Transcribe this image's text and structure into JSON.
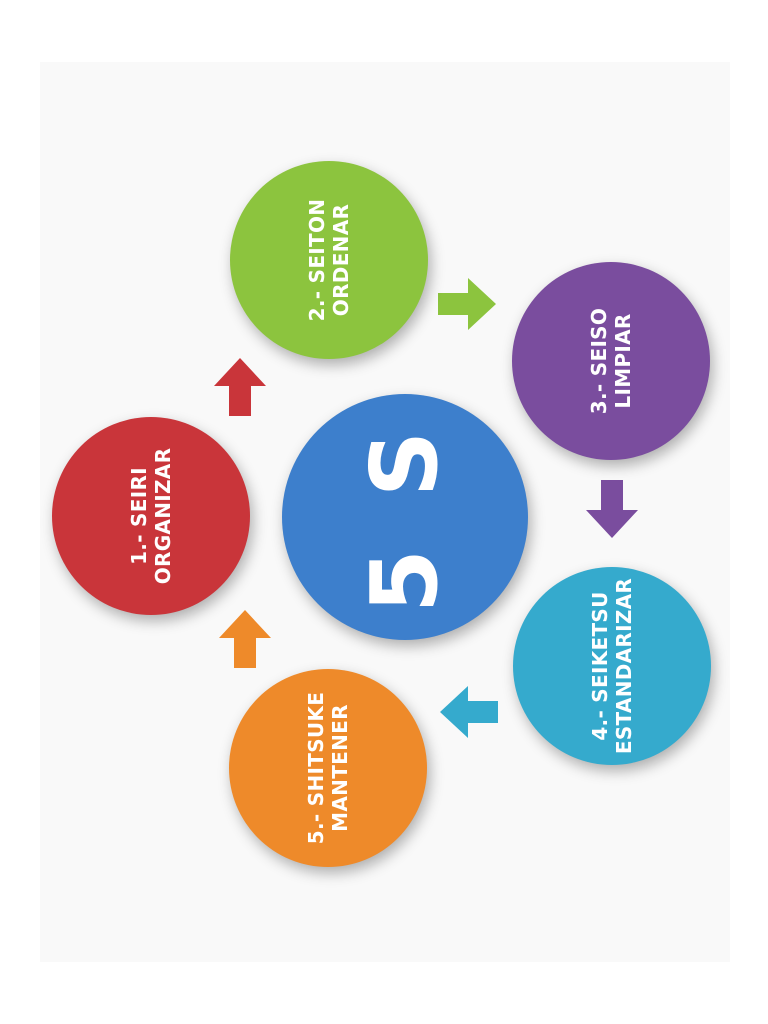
{
  "center": {
    "label": "5 S",
    "color": "#3d7fcc"
  },
  "steps": [
    {
      "line1": "1.- SEIRI",
      "line2": "ORGANIZAR",
      "color": "#c9353a"
    },
    {
      "line1": "2.- SEITON",
      "line2": "ORDENAR",
      "color": "#8cc43e"
    },
    {
      "line1": "3.- SEISO",
      "line2": "LIMPIAR",
      "color": "#7a4d9e"
    },
    {
      "line1": "4.- SEIKETSU",
      "line2": "ESTANDARIZAR",
      "color": "#35aacd"
    },
    {
      "line1": "5.- SHITSUKE",
      "line2": "MANTENER",
      "color": "#ee8a2a"
    }
  ],
  "arrows": [
    {
      "from": "1.- SEIRI",
      "to": "2.- SEITON",
      "color": "#c9353a"
    },
    {
      "from": "2.- SEITON",
      "to": "3.- SEISO",
      "color": "#8cc43e"
    },
    {
      "from": "3.- SEISO",
      "to": "4.- SEIKETSU",
      "color": "#7a4d9e"
    },
    {
      "from": "4.- SEIKETSU",
      "to": "5.- SHITSUKE",
      "color": "#35aacd"
    },
    {
      "from": "5.- SHITSUKE",
      "to": "1.- SEIRI",
      "color": "#ee8a2a"
    }
  ]
}
